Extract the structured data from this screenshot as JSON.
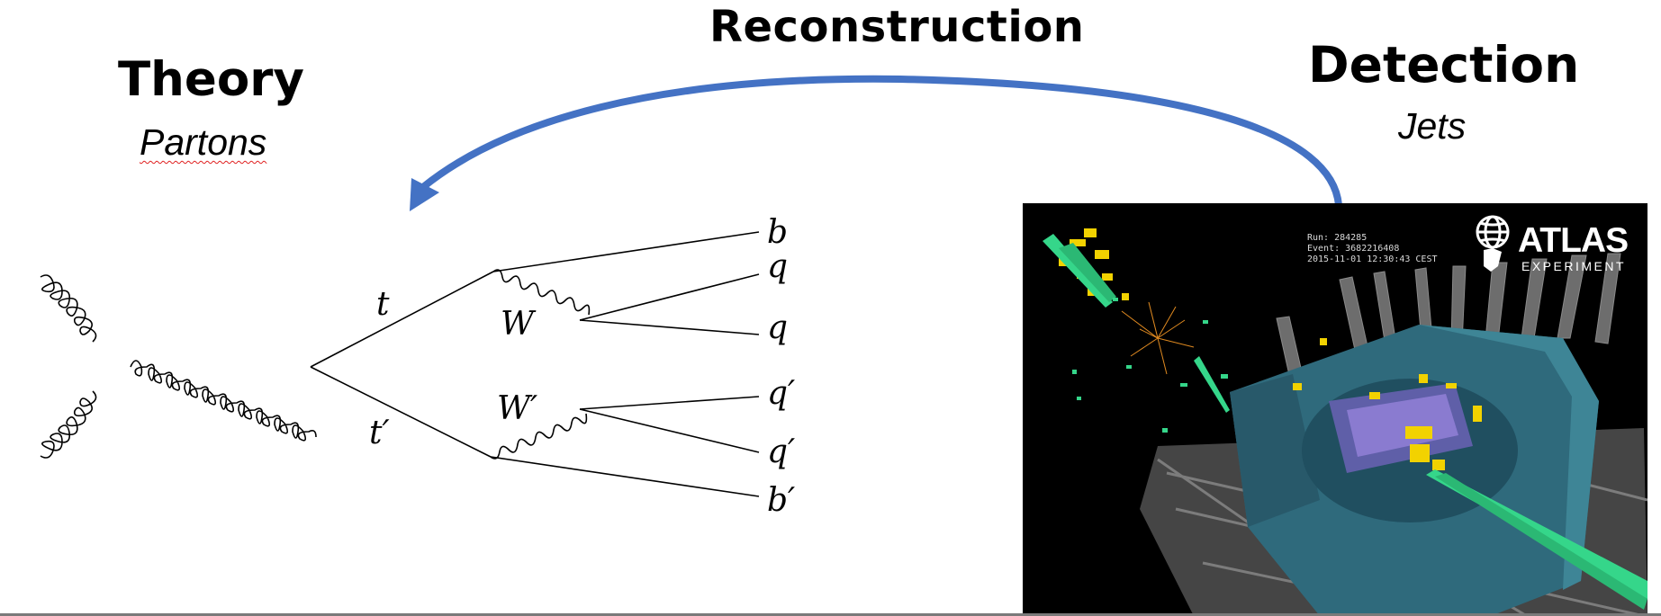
{
  "titles": {
    "reconstruction": "Reconstruction",
    "theory": "Theory",
    "partons": "Partons",
    "detection": "Detection",
    "jets": "Jets"
  },
  "feynman": {
    "labels": {
      "t": "t",
      "t_prime": "t′",
      "W": "W",
      "W_prime": "W′",
      "b": "b",
      "q1": "q",
      "q2": "q",
      "q_prime1": "q′",
      "q_prime2": "q′",
      "b_prime": "b′"
    }
  },
  "event_display": {
    "run_info": "Run: 284285\nEvent: 3682216408\n2015-11-01 12:30:43 CEST",
    "logo_word": "ATLAS",
    "logo_sub": "EXPERIMENT"
  },
  "colors": {
    "arrow": "#4472c4",
    "detector_blue": "#3b7a8c",
    "energy_yellow": "#f2d200",
    "jet_green": "#35d68a"
  }
}
